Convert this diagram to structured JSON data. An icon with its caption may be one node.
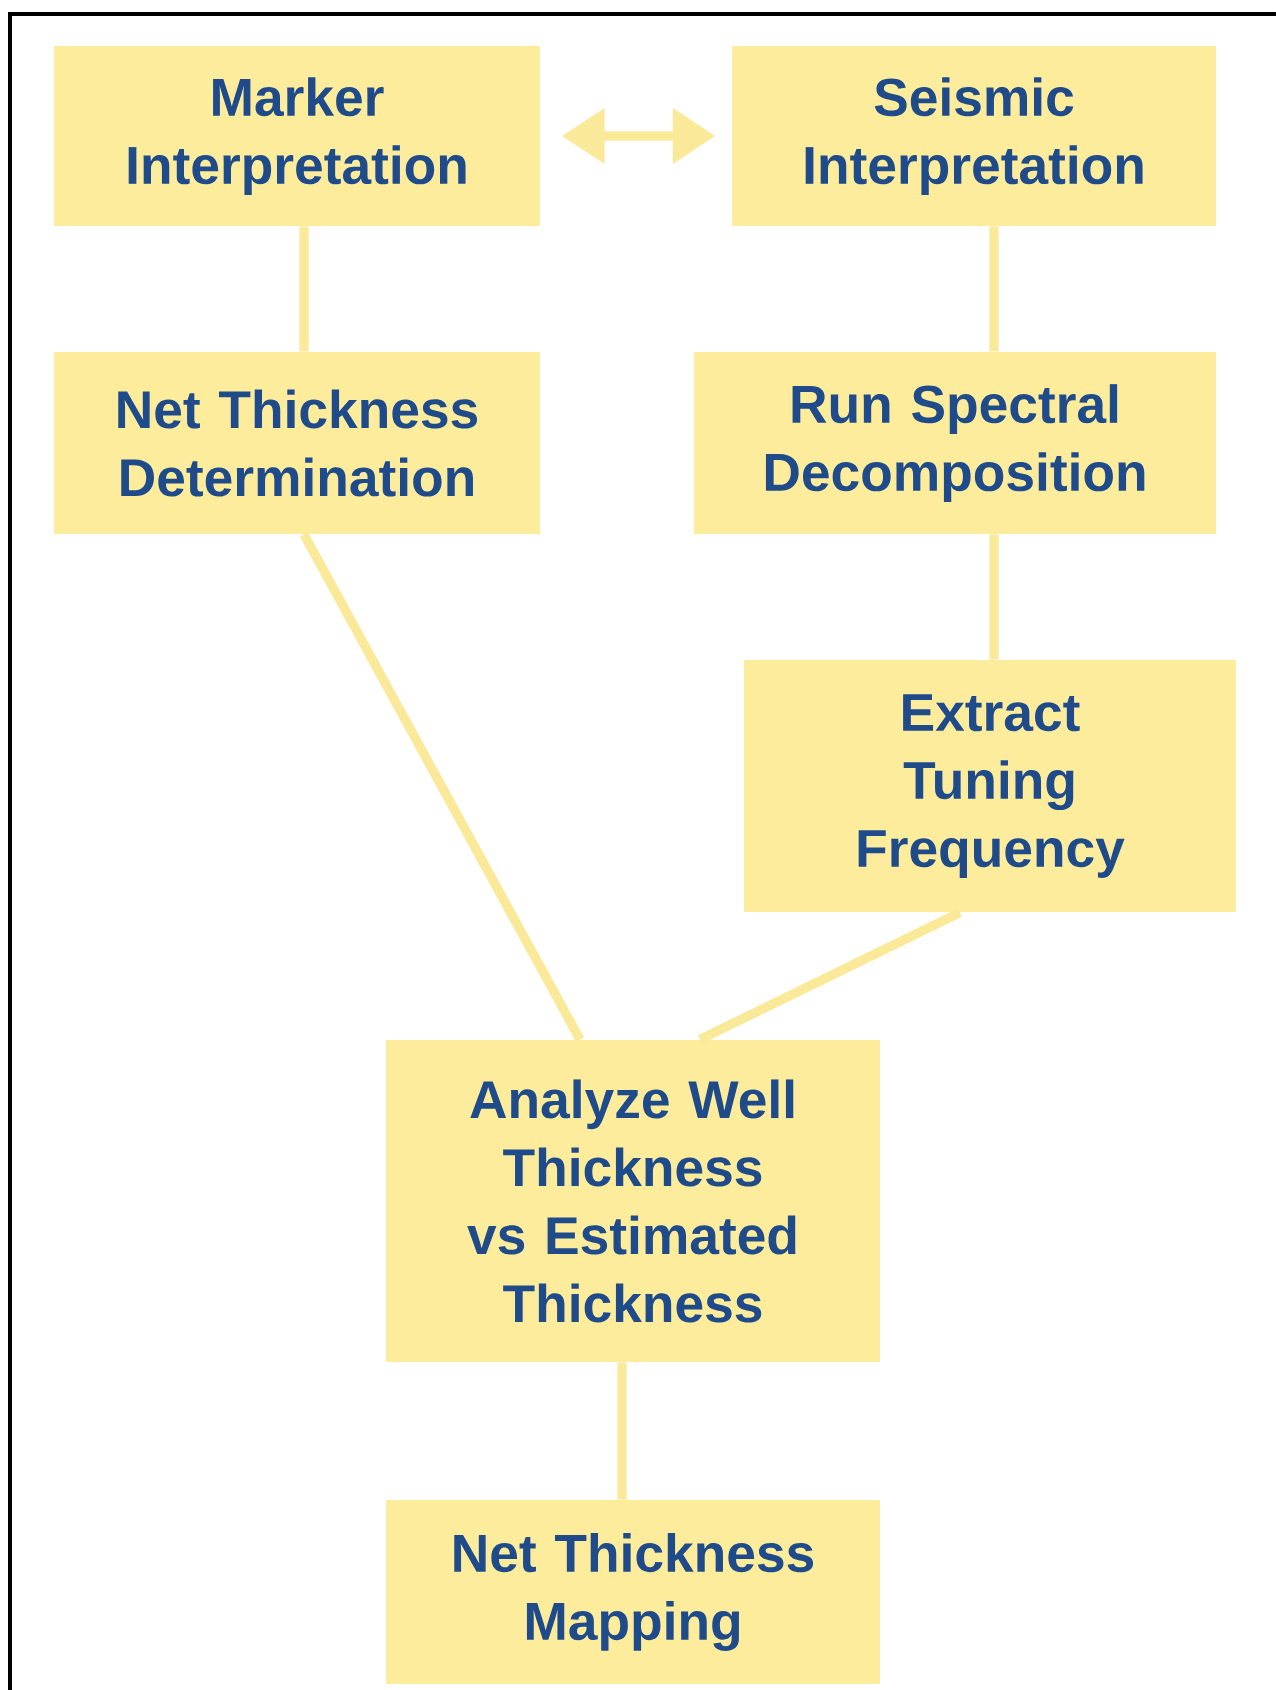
{
  "diagram": {
    "nodes": [
      {
        "text": [
          "Marker Interpretation"
        ]
      },
      {
        "text": [
          "Seismic Interpretation"
        ]
      },
      {
        "text": [
          "Net Thickness Determination"
        ]
      },
      {
        "text": [
          "Run Spectral Decomposition"
        ]
      },
      {
        "text": [
          "Extract Tuning Frequency"
        ]
      },
      {
        "text": [
          "Analyze Well Thickness vs Estimated Thickness"
        ]
      },
      {
        "text": [
          "Net Thickness Mapping"
        ]
      }
    ],
    "edges": [
      {
        "from": 0,
        "to": 1,
        "arrow": "both"
      },
      {
        "from": 0,
        "to": 2,
        "arrow": "none"
      },
      {
        "from": 1,
        "to": 3,
        "arrow": "none"
      },
      {
        "from": 3,
        "to": 4,
        "arrow": "none"
      },
      {
        "from": 2,
        "to": 5,
        "arrow": "none"
      },
      {
        "from": 4,
        "to": 5,
        "arrow": "none"
      },
      {
        "from": 5,
        "to": 6,
        "arrow": "none"
      }
    ]
  }
}
